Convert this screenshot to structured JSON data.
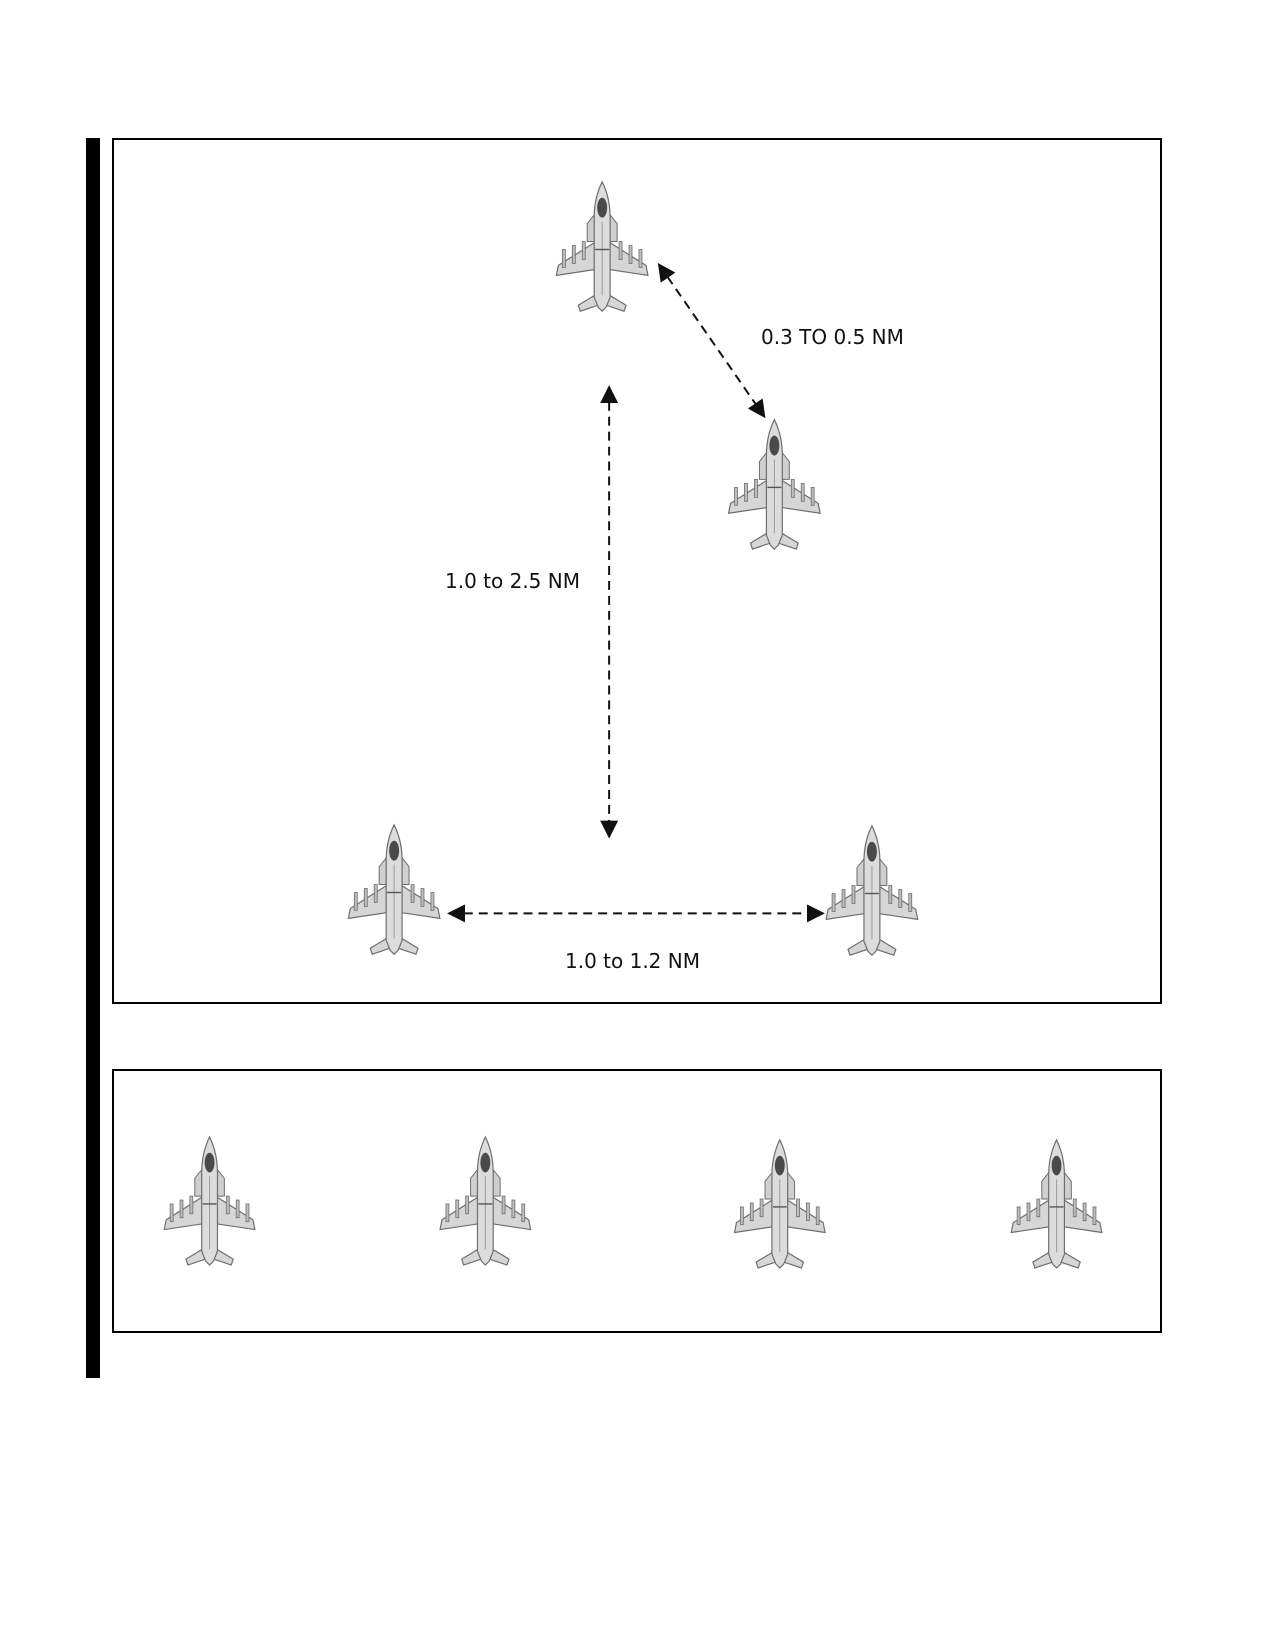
{
  "colors": {
    "aircraft_fill": "#d6d6d6",
    "aircraft_stroke": "#6e6e6e",
    "canopy": "#4a4a4a",
    "lines": "#111111"
  },
  "formation": {
    "aircraft_icon": "jet-aircraft-icon",
    "lead_to_wingman_spacing": "0.3 TO 0.5 NM",
    "section_to_section_spacing": "1.0 to 2.5 NM",
    "trail_section_lateral_spacing": "1.0 to 1.2 NM"
  },
  "line_abreast": {
    "aircraft_icon": "jet-aircraft-icon",
    "aircraft_count": 4
  }
}
